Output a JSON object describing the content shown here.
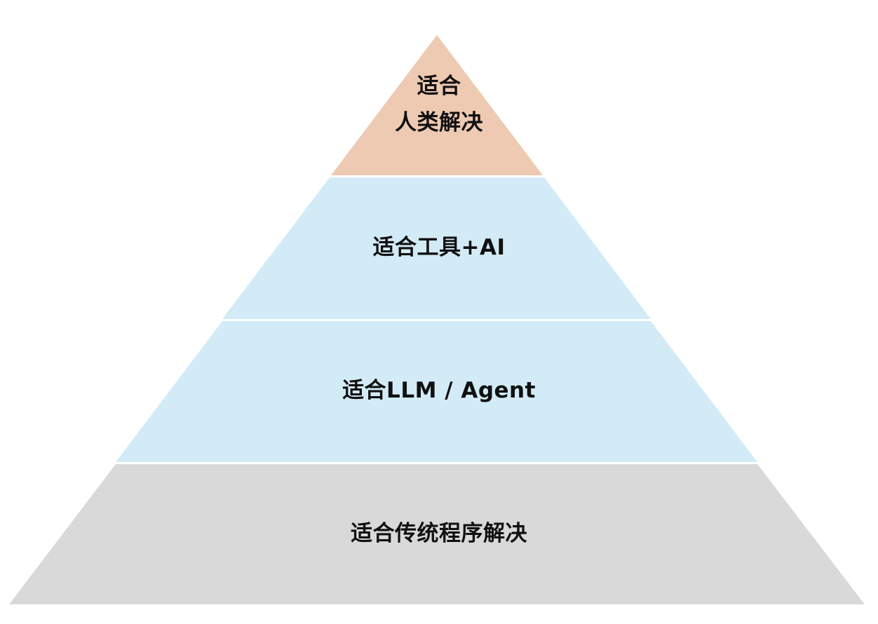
{
  "pyramid": {
    "layers": [
      {
        "id": "human",
        "lines": [
          "适合",
          "人类解决"
        ],
        "color": "#EECAB2"
      },
      {
        "id": "tools-ai",
        "lines": [
          "适合工具+AI"
        ],
        "color": "#D2EBF7"
      },
      {
        "id": "llm-agent",
        "lines": [
          "适合LLM / Agent"
        ],
        "color": "#D2EBF7"
      },
      {
        "id": "traditional",
        "lines": [
          "适合传统程序解决"
        ],
        "color": "#D9D9D9"
      }
    ]
  }
}
